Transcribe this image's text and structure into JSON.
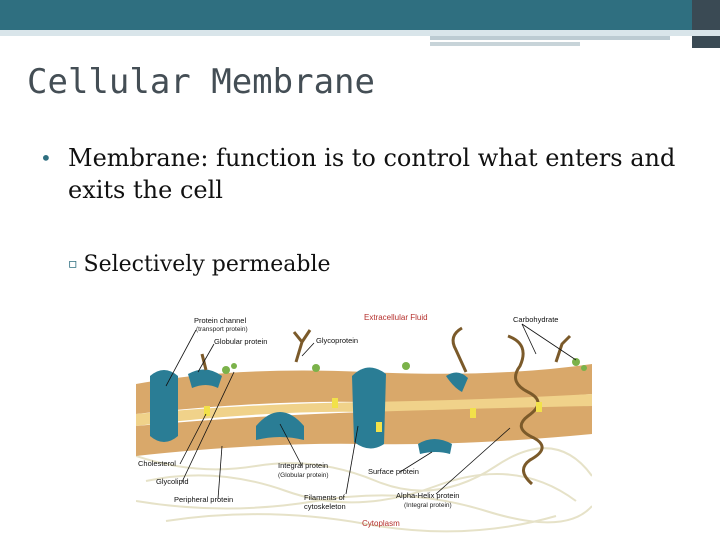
{
  "slide": {
    "title": "Cellular Membrane",
    "bullet1": "Membrane: function is to control what enters and exits the cell",
    "bullet2": "Selectively permeable"
  },
  "diagram": {
    "extracellular": "Extracellular Fluid",
    "cytoplasm": "Cytoplasm",
    "labels": {
      "protein_channel": "Protein channel",
      "transport_protein": "(transport protein)",
      "globular_protein": "Globular protein",
      "glycoprotein": "Glycoprotein",
      "carbohydrate": "Carbohydrate",
      "cholesterol": "Cholesterol",
      "glycolipid": "Glycolipid",
      "peripheral_protein": "Peripheral protein",
      "integral_protein": "Integral protein",
      "integral_protein_sub": "(Globular protein)",
      "filaments": "Filaments of",
      "cytoskeleton": "cytoskeleton",
      "surface_protein": "Surface protein",
      "alpha_helix": "Alpha-Helix protein",
      "alpha_helix_sub": "(Integral protein)"
    }
  },
  "colors": {
    "accent": "#2f6f80",
    "membrane": "#d9a86a",
    "protein": "#2a7d95",
    "label_red": "#b5302d"
  }
}
